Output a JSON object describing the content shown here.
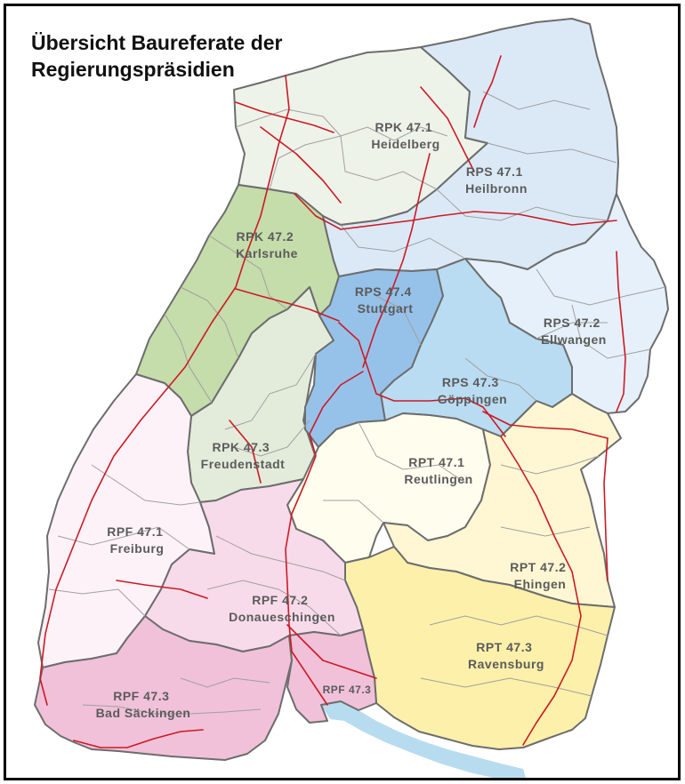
{
  "title": {
    "line1": "Übersicht Baureferate der",
    "line2": "Regierungspräsidien"
  },
  "colors": {
    "rpk_47_1": "#eef3ea",
    "rpk_47_2": "#c5dcab",
    "rpk_47_3": "#e3ecdb",
    "rps_47_1": "#dbe9f7",
    "rps_47_2": "#e5f0fa",
    "rps_47_3": "#b9dcf2",
    "rps_47_4": "#96c2e9",
    "rpt_47_1": "#fffdee",
    "rpt_47_2": "#fff7d3",
    "rpt_47_3": "#fdf0aa",
    "rpf_47_1": "#fdf2f8",
    "rpf_47_2": "#f8dbea",
    "rpf_47_3": "#f0c1d9",
    "lake": "#b8dcef",
    "road": "#cc1a24",
    "border": "#6d6d6d"
  },
  "regions": [
    {
      "id": "rpk-47-1",
      "code": "RPK 47.1",
      "city": "Heidelberg"
    },
    {
      "id": "rps-47-1",
      "code": "RPS 47.1",
      "city": "Heilbronn"
    },
    {
      "id": "rpk-47-2",
      "code": "RPK 47.2",
      "city": "Karlsruhe"
    },
    {
      "id": "rps-47-4",
      "code": "RPS 47.4",
      "city": "Stuttgart"
    },
    {
      "id": "rps-47-2",
      "code": "RPS 47.2",
      "city": "Ellwangen"
    },
    {
      "id": "rps-47-3",
      "code": "RPS 47.3",
      "city": "Göppingen"
    },
    {
      "id": "rpk-47-3",
      "code": "RPK 47.3",
      "city": "Freudenstadt"
    },
    {
      "id": "rpt-47-1",
      "code": "RPT 47.1",
      "city": "Reutlingen"
    },
    {
      "id": "rpf-47-1",
      "code": "RPF 47.1",
      "city": "Freiburg"
    },
    {
      "id": "rpt-47-2",
      "code": "RPT 47.2",
      "city": "Ehingen"
    },
    {
      "id": "rpf-47-2",
      "code": "RPF 47.2",
      "city": "Donaueschingen"
    },
    {
      "id": "rpt-47-3",
      "code": "RPT 47.3",
      "city": "Ravensburg"
    },
    {
      "id": "rpf-47-3a",
      "code": "RPF 47.3",
      "city": "Bad Säckingen"
    },
    {
      "id": "rpf-47-3b",
      "code": "RPF 47.3",
      "city": ""
    }
  ]
}
